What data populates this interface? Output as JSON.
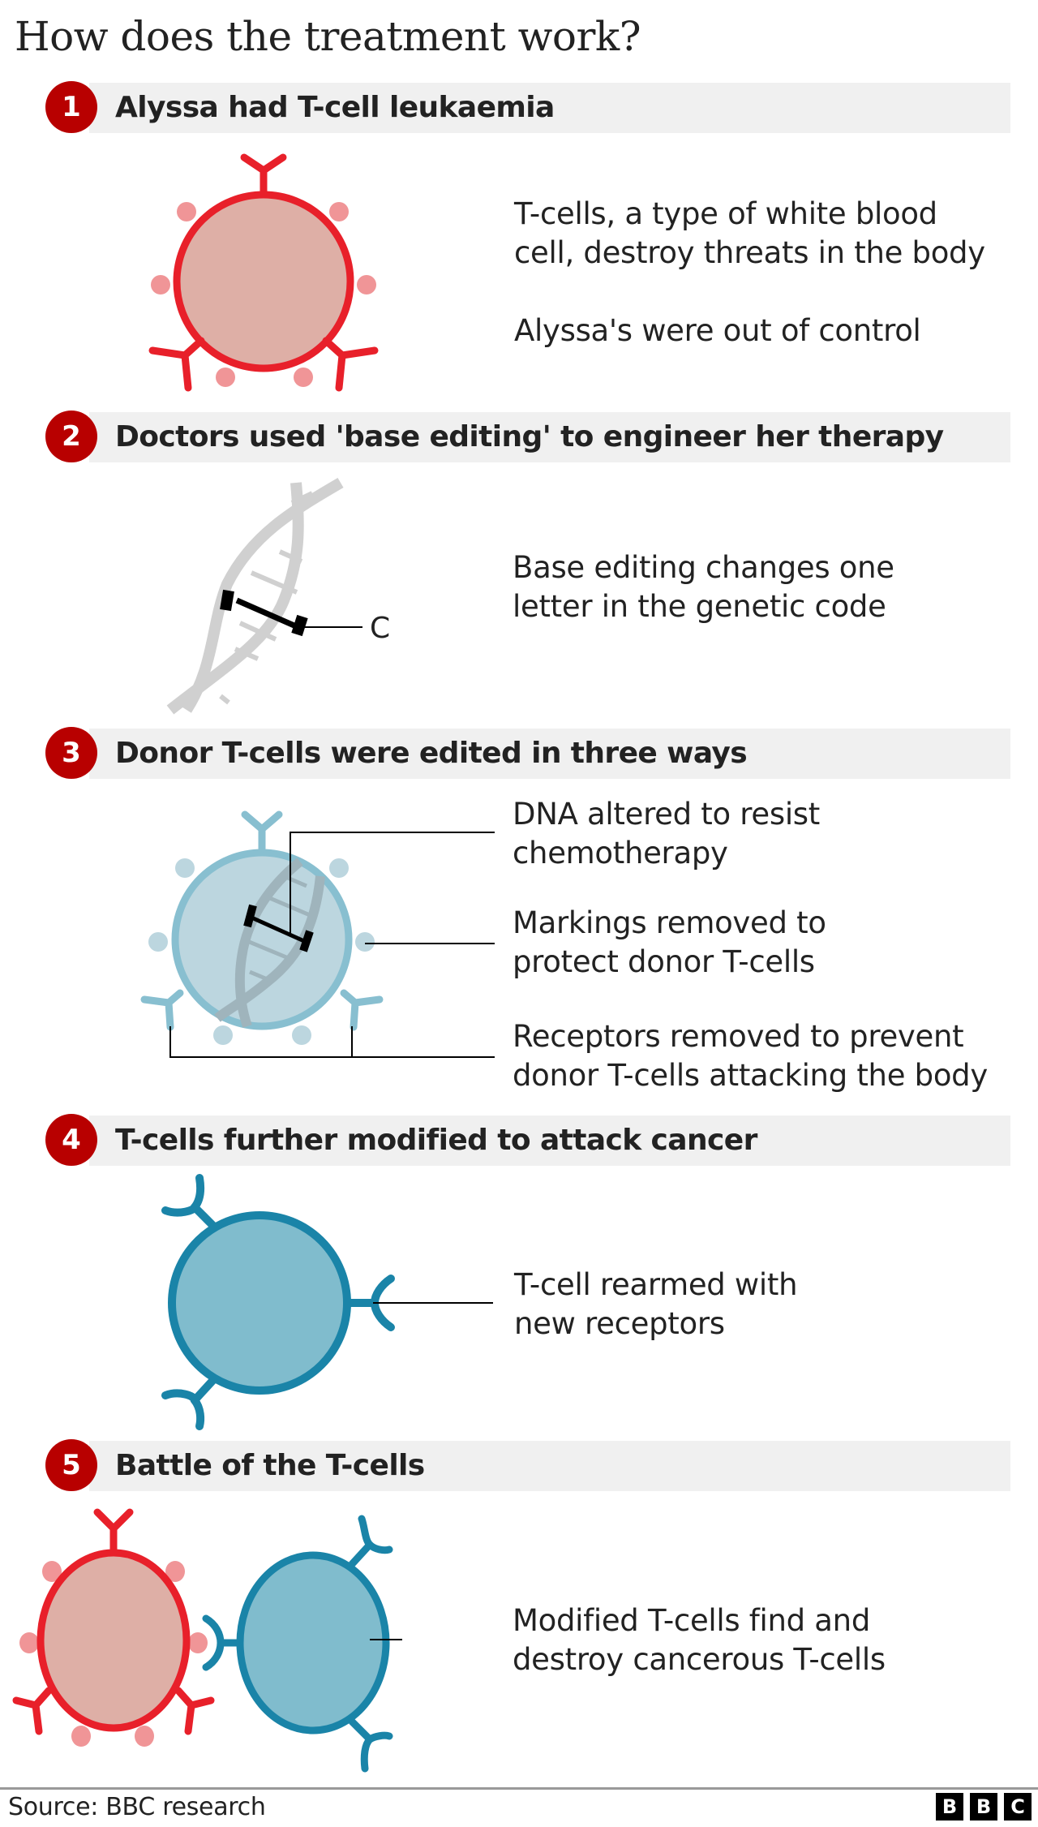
{
  "title": "How does the treatment work?",
  "colors": {
    "badge": "#b80000",
    "bar": "#f0f0f0",
    "cancer_outline": "#e8202a",
    "cancer_fill": "#deafa6",
    "cancer_dots": "#f09597",
    "donor_outline": "#88bfd0",
    "donor_fill": "#bcd6df",
    "modified_outline": "#1a84a8",
    "modified_fill": "#80bccd",
    "dna": "#d0d0d0"
  },
  "steps": [
    {
      "number": "1",
      "title": "Alyssa had T-cell leukaemia",
      "descriptions": [
        "T-cells, a type of white blood",
        "cell, destroy threats in the body",
        "Alyssa's were out of control"
      ]
    },
    {
      "number": "2",
      "title": "Doctors used 'base editing' to engineer her therapy",
      "label": "C",
      "descriptions": [
        "Base editing changes one",
        "letter in the genetic code"
      ]
    },
    {
      "number": "3",
      "title": "Donor T-cells were edited in three ways",
      "descriptions": [
        "DNA altered to resist",
        "chemotherapy",
        "Markings removed to",
        "protect donor T-cells",
        "Receptors removed to prevent",
        "donor T-cells attacking the body"
      ]
    },
    {
      "number": "4",
      "title": "T-cells further modified to attack cancer",
      "descriptions": [
        "T-cell rearmed with",
        "new receptors"
      ]
    },
    {
      "number": "5",
      "title": "Battle of the T-cells",
      "descriptions": [
        "Modified T-cells find and",
        "destroy cancerous T-cells"
      ]
    }
  ],
  "footer": {
    "source": "Source: BBC research",
    "logo_letters": [
      "B",
      "B",
      "C"
    ]
  }
}
